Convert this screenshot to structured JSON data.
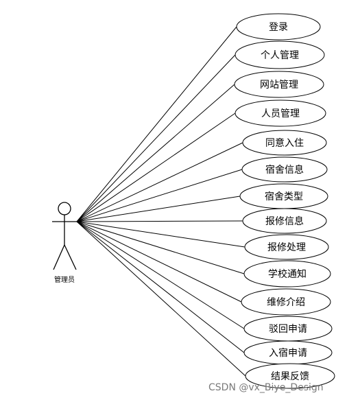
{
  "actor": {
    "label": "管理员"
  },
  "use_cases": [
    "登录",
    "个人管理",
    "网站管理",
    "人员管理",
    "同意入住",
    "宿舍信息",
    "宿舍类型",
    "报修信息",
    "报修处理",
    "学校通知",
    "维修介绍",
    "驳回申请",
    "入宿申请",
    "结果反馈"
  ],
  "watermark": "CSDN @vx_Biye_Design"
}
